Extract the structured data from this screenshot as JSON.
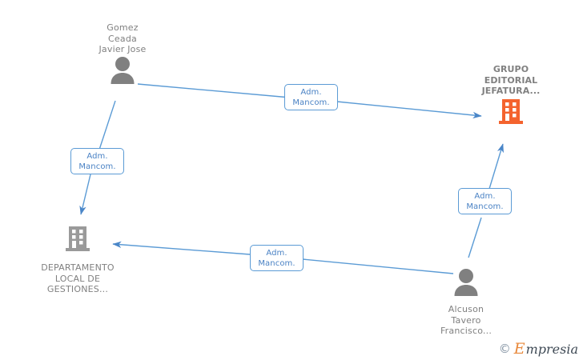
{
  "diagram": {
    "type": "org-relationship-graph",
    "background_color": "#ffffff",
    "colors": {
      "edge": "#5b9bd5",
      "edge_label_border": "#5b9bd5",
      "edge_label_text": "#4a82c4",
      "person_icon": "#808080",
      "company_icon_primary": "#f4632e",
      "company_icon_secondary": "#9a9a9a",
      "node_text": "#808080"
    },
    "nodes": [
      {
        "id": "person-gomez",
        "kind": "person",
        "icon": "person-icon",
        "label": "Gomez\nCeada\nJavier Jose",
        "label_position": "above"
      },
      {
        "id": "company-grupo-editorial",
        "kind": "company",
        "icon": "building-icon",
        "icon_color": "#f4632e",
        "label": "GRUPO\nEDITORIAL\nJEFATURA...",
        "label_position": "above"
      },
      {
        "id": "company-departamento-local",
        "kind": "company",
        "icon": "building-icon",
        "icon_color": "#9a9a9a",
        "label": "DEPARTAMENTO\nLOCAL DE\nGESTIONES...",
        "label_position": "below"
      },
      {
        "id": "person-alcuson",
        "kind": "person",
        "icon": "person-icon",
        "label": "Alcuson\nTavero\nFrancisco...",
        "label_position": "below"
      }
    ],
    "edges": [
      {
        "id": "edge-gomez-to-grupo",
        "from": "person-gomez",
        "to": "company-grupo-editorial",
        "label": "Adm.\nMancom."
      },
      {
        "id": "edge-gomez-to-departamento",
        "from": "person-gomez",
        "to": "company-departamento-local",
        "label": "Adm.\nMancom."
      },
      {
        "id": "edge-alcuson-to-grupo",
        "from": "person-alcuson",
        "to": "company-grupo-editorial",
        "label": "Adm.\nMancom."
      },
      {
        "id": "edge-alcuson-to-departamento",
        "from": "person-alcuson",
        "to": "company-departamento-local",
        "label": "Adm.\nMancom."
      }
    ]
  },
  "watermark": {
    "copyright": "©",
    "brand_initial": "E",
    "brand_rest": "mpresia"
  }
}
